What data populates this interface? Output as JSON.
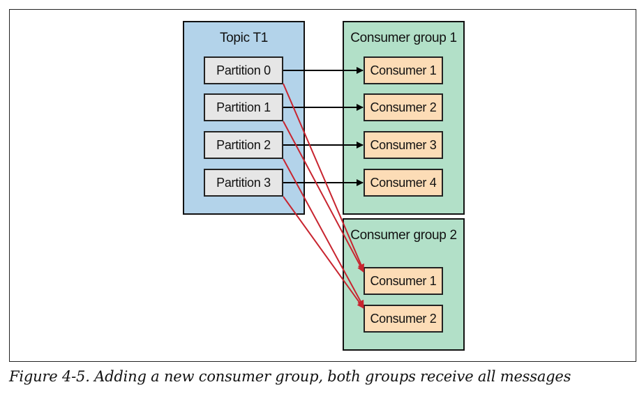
{
  "topic": {
    "title": "Topic T1"
  },
  "partitions": [
    "Partition 0",
    "Partition 1",
    "Partition 2",
    "Partition 3"
  ],
  "consumer_group_1": {
    "title": "Consumer group 1",
    "consumers": [
      "Consumer 1",
      "Consumer 2",
      "Consumer 3",
      "Consumer 4"
    ]
  },
  "consumer_group_2": {
    "title": "Consumer group 2",
    "consumers": [
      "Consumer 1",
      "Consumer 2"
    ]
  },
  "caption": "Figure 4-5. Adding a new consumer group, both groups receive all messages",
  "colors": {
    "topic_bg": "#b3d3ea",
    "group_bg": "#b2e0c8",
    "partition_bg": "#e6e6e6",
    "consumer_bg": "#fcdcb6",
    "arrow_group1": "#000000",
    "arrow_group2": "#c8242f"
  }
}
